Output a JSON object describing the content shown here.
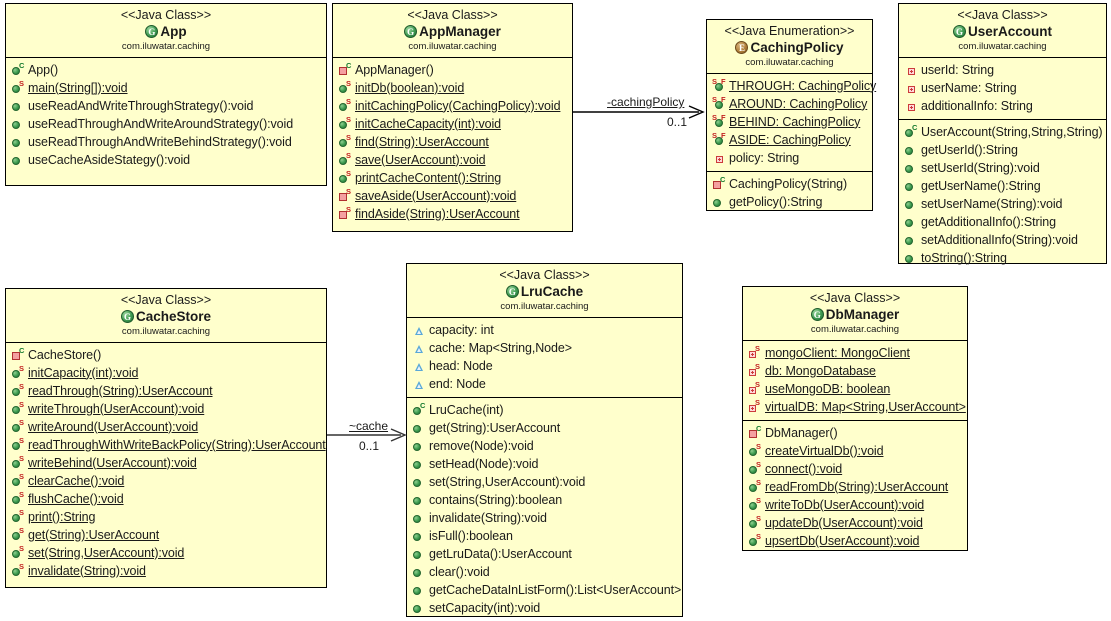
{
  "diagram": {
    "title": "Caching pattern UML class diagram",
    "package": "com.iluwatar.caching",
    "colors": {
      "box_fill": "#ffffcc",
      "border": "#000000",
      "public": "#3c9b4e",
      "private": "#b03030",
      "package": "#5aa8d8",
      "enum": "#b3823c"
    }
  },
  "classes": [
    {
      "id": "app",
      "stereotype": "<<Java Class>>",
      "name": "App",
      "icon": "class-icon",
      "package": "com.iluwatar.caching",
      "fields": [],
      "methods": [
        {
          "text": "App()",
          "icon": "public-constructor-icon",
          "static": false
        },
        {
          "text": "main(String[]):void",
          "icon": "public-static-method-icon",
          "static": true
        },
        {
          "text": "useReadAndWriteThroughStrategy():void",
          "icon": "public-method-icon",
          "static": false
        },
        {
          "text": "useReadThroughAndWriteAroundStrategy():void",
          "icon": "public-method-icon",
          "static": false
        },
        {
          "text": "useReadThroughAndWriteBehindStrategy():void",
          "icon": "public-method-icon",
          "static": false
        },
        {
          "text": "useCacheAsideStategy():void",
          "icon": "public-method-icon",
          "static": false
        }
      ]
    },
    {
      "id": "appmanager",
      "stereotype": "<<Java Class>>",
      "name": "AppManager",
      "icon": "class-icon",
      "package": "com.iluwatar.caching",
      "fields": [],
      "methods": [
        {
          "text": "AppManager()",
          "icon": "private-constructor-icon",
          "static": false
        },
        {
          "text": "initDb(boolean):void",
          "icon": "public-static-method-icon",
          "static": true
        },
        {
          "text": "initCachingPolicy(CachingPolicy):void",
          "icon": "public-static-method-icon",
          "static": true
        },
        {
          "text": "initCacheCapacity(int):void",
          "icon": "public-static-method-icon",
          "static": true
        },
        {
          "text": "find(String):UserAccount",
          "icon": "public-static-method-icon",
          "static": true
        },
        {
          "text": "save(UserAccount):void",
          "icon": "public-static-method-icon",
          "static": true
        },
        {
          "text": "printCacheContent():String",
          "icon": "public-static-method-icon",
          "static": true
        },
        {
          "text": "saveAside(UserAccount):void",
          "icon": "private-static-method-icon",
          "static": true
        },
        {
          "text": "findAside(String):UserAccount",
          "icon": "private-static-method-icon",
          "static": true
        }
      ]
    },
    {
      "id": "cachingpolicy",
      "stereotype": "<<Java Enumeration>>",
      "name": "CachingPolicy",
      "icon": "enum-icon",
      "package": "com.iluwatar.caching",
      "fields": [
        {
          "text": "THROUGH: CachingPolicy",
          "icon": "enum-constant-icon",
          "static": true
        },
        {
          "text": "AROUND: CachingPolicy",
          "icon": "enum-constant-icon",
          "static": true
        },
        {
          "text": "BEHIND: CachingPolicy",
          "icon": "enum-constant-icon",
          "static": true
        },
        {
          "text": "ASIDE: CachingPolicy",
          "icon": "enum-constant-icon",
          "static": true
        },
        {
          "text": "policy: String",
          "icon": "private-field-icon",
          "static": false
        }
      ],
      "methods": [
        {
          "text": "CachingPolicy(String)",
          "icon": "private-constructor-icon",
          "static": false
        },
        {
          "text": "getPolicy():String",
          "icon": "public-method-icon",
          "static": false
        }
      ]
    },
    {
      "id": "useraccount",
      "stereotype": "<<Java Class>>",
      "name": "UserAccount",
      "icon": "class-icon",
      "package": "com.iluwatar.caching",
      "fields": [
        {
          "text": "userId: String",
          "icon": "private-field-icon",
          "static": false
        },
        {
          "text": "userName: String",
          "icon": "private-field-icon",
          "static": false
        },
        {
          "text": "additionalInfo: String",
          "icon": "private-field-icon",
          "static": false
        }
      ],
      "methods": [
        {
          "text": "UserAccount(String,String,String)",
          "icon": "public-constructor-icon",
          "static": false
        },
        {
          "text": "getUserId():String",
          "icon": "public-method-icon",
          "static": false
        },
        {
          "text": "setUserId(String):void",
          "icon": "public-method-icon",
          "static": false
        },
        {
          "text": "getUserName():String",
          "icon": "public-method-icon",
          "static": false
        },
        {
          "text": "setUserName(String):void",
          "icon": "public-method-icon",
          "static": false
        },
        {
          "text": "getAdditionalInfo():String",
          "icon": "public-method-icon",
          "static": false
        },
        {
          "text": "setAdditionalInfo(String):void",
          "icon": "public-method-icon",
          "static": false
        },
        {
          "text": "toString():String",
          "icon": "public-method-icon",
          "static": false
        }
      ]
    },
    {
      "id": "cachestore",
      "stereotype": "<<Java Class>>",
      "name": "CacheStore",
      "icon": "class-icon",
      "package": "com.iluwatar.caching",
      "fields": [],
      "methods": [
        {
          "text": "CacheStore()",
          "icon": "private-constructor-icon",
          "static": false
        },
        {
          "text": "initCapacity(int):void",
          "icon": "public-static-method-icon",
          "static": true
        },
        {
          "text": "readThrough(String):UserAccount",
          "icon": "public-static-method-icon",
          "static": true
        },
        {
          "text": "writeThrough(UserAccount):void",
          "icon": "public-static-method-icon",
          "static": true
        },
        {
          "text": "writeAround(UserAccount):void",
          "icon": "public-static-method-icon",
          "static": true
        },
        {
          "text": "readThroughWithWriteBackPolicy(String):UserAccount",
          "icon": "public-static-method-icon",
          "static": true
        },
        {
          "text": "writeBehind(UserAccount):void",
          "icon": "public-static-method-icon",
          "static": true
        },
        {
          "text": "clearCache():void",
          "icon": "public-static-method-icon",
          "static": true
        },
        {
          "text": "flushCache():void",
          "icon": "public-static-method-icon",
          "static": true
        },
        {
          "text": "print():String",
          "icon": "public-static-method-icon",
          "static": true
        },
        {
          "text": "get(String):UserAccount",
          "icon": "public-static-method-icon",
          "static": true
        },
        {
          "text": "set(String,UserAccount):void",
          "icon": "public-static-method-icon",
          "static": true
        },
        {
          "text": "invalidate(String):void",
          "icon": "public-static-method-icon",
          "static": true
        }
      ]
    },
    {
      "id": "lrucache",
      "stereotype": "<<Java Class>>",
      "name": "LruCache",
      "icon": "class-icon",
      "package": "com.iluwatar.caching",
      "fields": [
        {
          "text": "capacity: int",
          "icon": "package-field-icon",
          "static": false
        },
        {
          "text": "cache: Map<String,Node>",
          "icon": "package-field-icon",
          "static": false
        },
        {
          "text": "head: Node",
          "icon": "package-field-icon",
          "static": false
        },
        {
          "text": "end: Node",
          "icon": "package-field-icon",
          "static": false
        }
      ],
      "methods": [
        {
          "text": "LruCache(int)",
          "icon": "public-constructor-icon",
          "static": false
        },
        {
          "text": "get(String):UserAccount",
          "icon": "public-method-icon",
          "static": false
        },
        {
          "text": "remove(Node):void",
          "icon": "public-method-icon",
          "static": false
        },
        {
          "text": "setHead(Node):void",
          "icon": "public-method-icon",
          "static": false
        },
        {
          "text": "set(String,UserAccount):void",
          "icon": "public-method-icon",
          "static": false
        },
        {
          "text": "contains(String):boolean",
          "icon": "public-method-icon",
          "static": false
        },
        {
          "text": "invalidate(String):void",
          "icon": "public-method-icon",
          "static": false
        },
        {
          "text": "isFull():boolean",
          "icon": "public-method-icon",
          "static": false
        },
        {
          "text": "getLruData():UserAccount",
          "icon": "public-method-icon",
          "static": false
        },
        {
          "text": "clear():void",
          "icon": "public-method-icon",
          "static": false
        },
        {
          "text": "getCacheDataInListForm():List<UserAccount>",
          "icon": "public-method-icon",
          "static": false
        },
        {
          "text": "setCapacity(int):void",
          "icon": "public-method-icon",
          "static": false
        }
      ]
    },
    {
      "id": "dbmanager",
      "stereotype": "<<Java Class>>",
      "name": "DbManager",
      "icon": "class-icon",
      "package": "com.iluwatar.caching",
      "fields": [
        {
          "text": "mongoClient: MongoClient",
          "icon": "private-static-field-icon",
          "static": true
        },
        {
          "text": "db: MongoDatabase",
          "icon": "private-static-field-icon",
          "static": true
        },
        {
          "text": "useMongoDB: boolean",
          "icon": "private-static-field-icon",
          "static": true
        },
        {
          "text": "virtualDB: Map<String,UserAccount>",
          "icon": "private-static-field-icon",
          "static": true
        }
      ],
      "methods": [
        {
          "text": "DbManager()",
          "icon": "private-constructor-icon",
          "static": false
        },
        {
          "text": "createVirtualDb():void",
          "icon": "public-static-method-icon",
          "static": true
        },
        {
          "text": "connect():void",
          "icon": "public-static-method-icon",
          "static": true
        },
        {
          "text": "readFromDb(String):UserAccount",
          "icon": "public-static-method-icon",
          "static": true
        },
        {
          "text": "writeToDb(UserAccount):void",
          "icon": "public-static-method-icon",
          "static": true
        },
        {
          "text": "updateDb(UserAccount):void",
          "icon": "public-static-method-icon",
          "static": true
        },
        {
          "text": "upsertDb(UserAccount):void",
          "icon": "public-static-method-icon",
          "static": true
        }
      ]
    }
  ],
  "associations": [
    {
      "id": "assoc-cachingpolicy",
      "label": "-cachingPolicy",
      "multiplicity": "0..1",
      "from": "appmanager",
      "to": "cachingpolicy"
    },
    {
      "id": "assoc-cache",
      "label": "~cache",
      "multiplicity": "0..1",
      "from": "cachestore",
      "to": "lrucache"
    }
  ]
}
